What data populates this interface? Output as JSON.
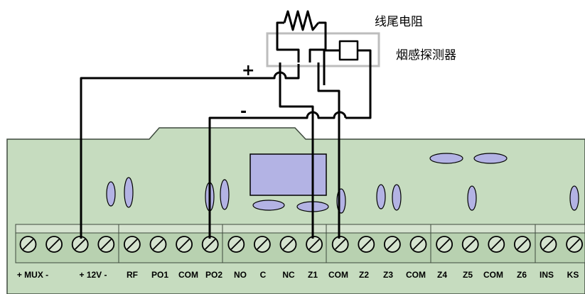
{
  "labels": {
    "resistor": "线尾电阻",
    "detector": "烟感探测器",
    "plus": "+",
    "minus": "-"
  },
  "terminals": [
    "+ MUX -",
    "+ 12V -",
    "RF",
    "PO1",
    "COM",
    "PO2",
    "NO",
    "C",
    "NC",
    "Z1",
    "COM",
    "Z2",
    "Z3",
    "COM",
    "Z4",
    "Z5",
    "COM",
    "Z6",
    "INS",
    "KS"
  ],
  "colors": {
    "board": "#c6dcbf",
    "board_stroke": "#3e4a3e",
    "strip": "#b8d1b0",
    "strip_light": "#d5e3cf",
    "component": "#b3b3e4",
    "wire": "#000000",
    "detector_box": "#bdbdbd"
  }
}
